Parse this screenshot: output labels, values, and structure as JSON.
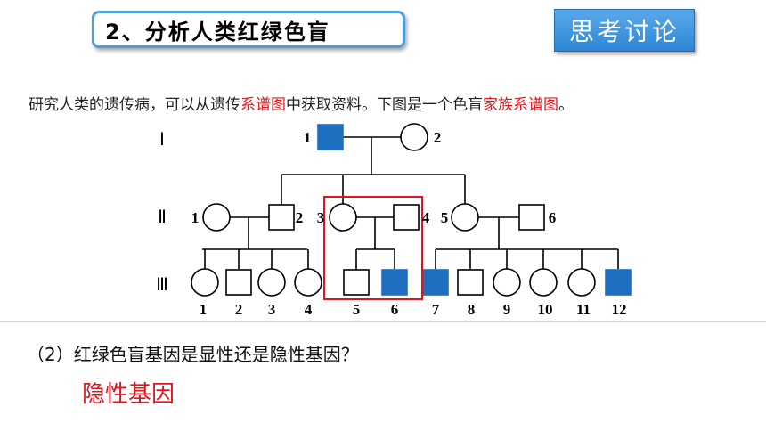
{
  "header": {
    "title": "2、分析人类红绿色盲",
    "discuss_button": "思考讨论"
  },
  "intro": {
    "part1": "研究人类的遗传病，可以从遗传",
    "highlight1": "系谱图",
    "part2": "中获取资料。下图是一个色盲",
    "highlight2": "家族系谱图",
    "part3": "。"
  },
  "pedigree": {
    "generations": [
      "Ⅰ",
      "Ⅱ",
      "Ⅲ"
    ],
    "gen1": [
      {
        "id": "1",
        "shape": "square",
        "affected": true
      },
      {
        "id": "2",
        "shape": "circle",
        "affected": false
      }
    ],
    "gen2": [
      {
        "id": "1",
        "shape": "circle",
        "affected": false
      },
      {
        "id": "2",
        "shape": "square",
        "affected": false
      },
      {
        "id": "3",
        "shape": "circle",
        "affected": false
      },
      {
        "id": "4",
        "shape": "square",
        "affected": false
      },
      {
        "id": "5",
        "shape": "circle",
        "affected": false
      },
      {
        "id": "6",
        "shape": "square",
        "affected": false
      }
    ],
    "gen3": [
      {
        "id": "1",
        "shape": "circle",
        "affected": false
      },
      {
        "id": "2",
        "shape": "square",
        "affected": false
      },
      {
        "id": "3",
        "shape": "circle",
        "affected": false
      },
      {
        "id": "4",
        "shape": "circle",
        "affected": false
      },
      {
        "id": "5",
        "shape": "square",
        "affected": false
      },
      {
        "id": "6",
        "shape": "square",
        "affected": true
      },
      {
        "id": "7",
        "shape": "square",
        "affected": true
      },
      {
        "id": "8",
        "shape": "square",
        "affected": false
      },
      {
        "id": "9",
        "shape": "circle",
        "affected": false
      },
      {
        "id": "10",
        "shape": "circle",
        "affected": false
      },
      {
        "id": "11",
        "shape": "circle",
        "affected": false
      },
      {
        "id": "12",
        "shape": "square",
        "affected": true
      }
    ],
    "affected_color": "#1e6fc0",
    "highlight_color": "#e0151c"
  },
  "question": "（2）红绿色盲基因是显性还是隐性基因？",
  "answer": "隐性基因"
}
